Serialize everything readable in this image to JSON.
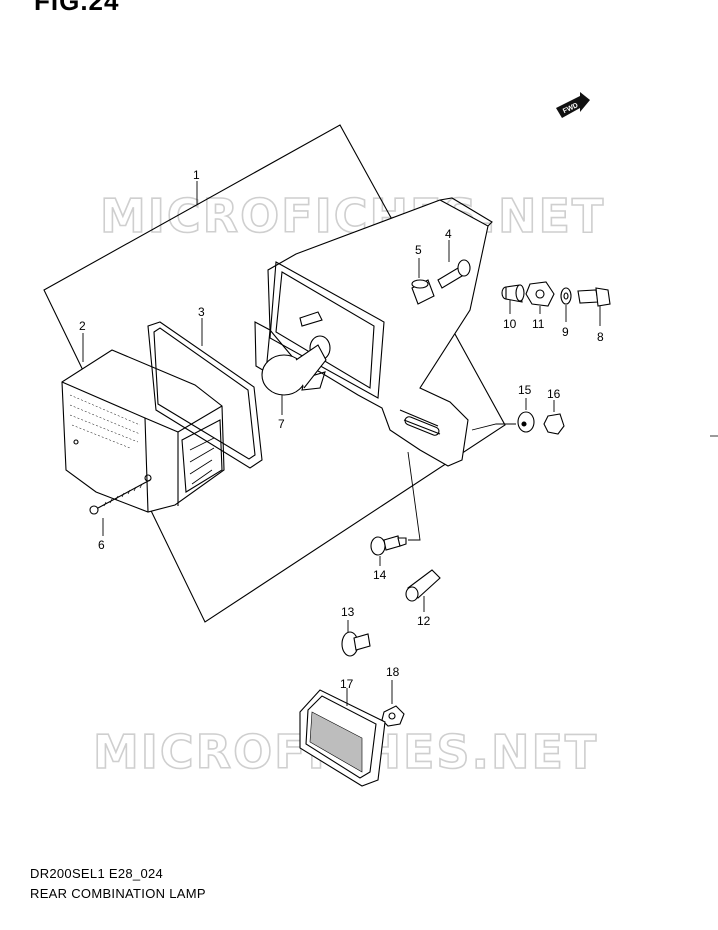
{
  "figure": {
    "title": "FIG.24"
  },
  "watermark": "MICROFICHES.NET",
  "forward_badge": {
    "label": "FWD"
  },
  "callouts": [
    "1",
    "2",
    "3",
    "4",
    "5",
    "6",
    "7",
    "8",
    "9",
    "10",
    "11",
    "12",
    "13",
    "14",
    "15",
    "16",
    "17",
    "18"
  ],
  "footer": {
    "model_code": "DR200SEL1 E28_024",
    "title": "REAR COMBINATION LAMP"
  }
}
